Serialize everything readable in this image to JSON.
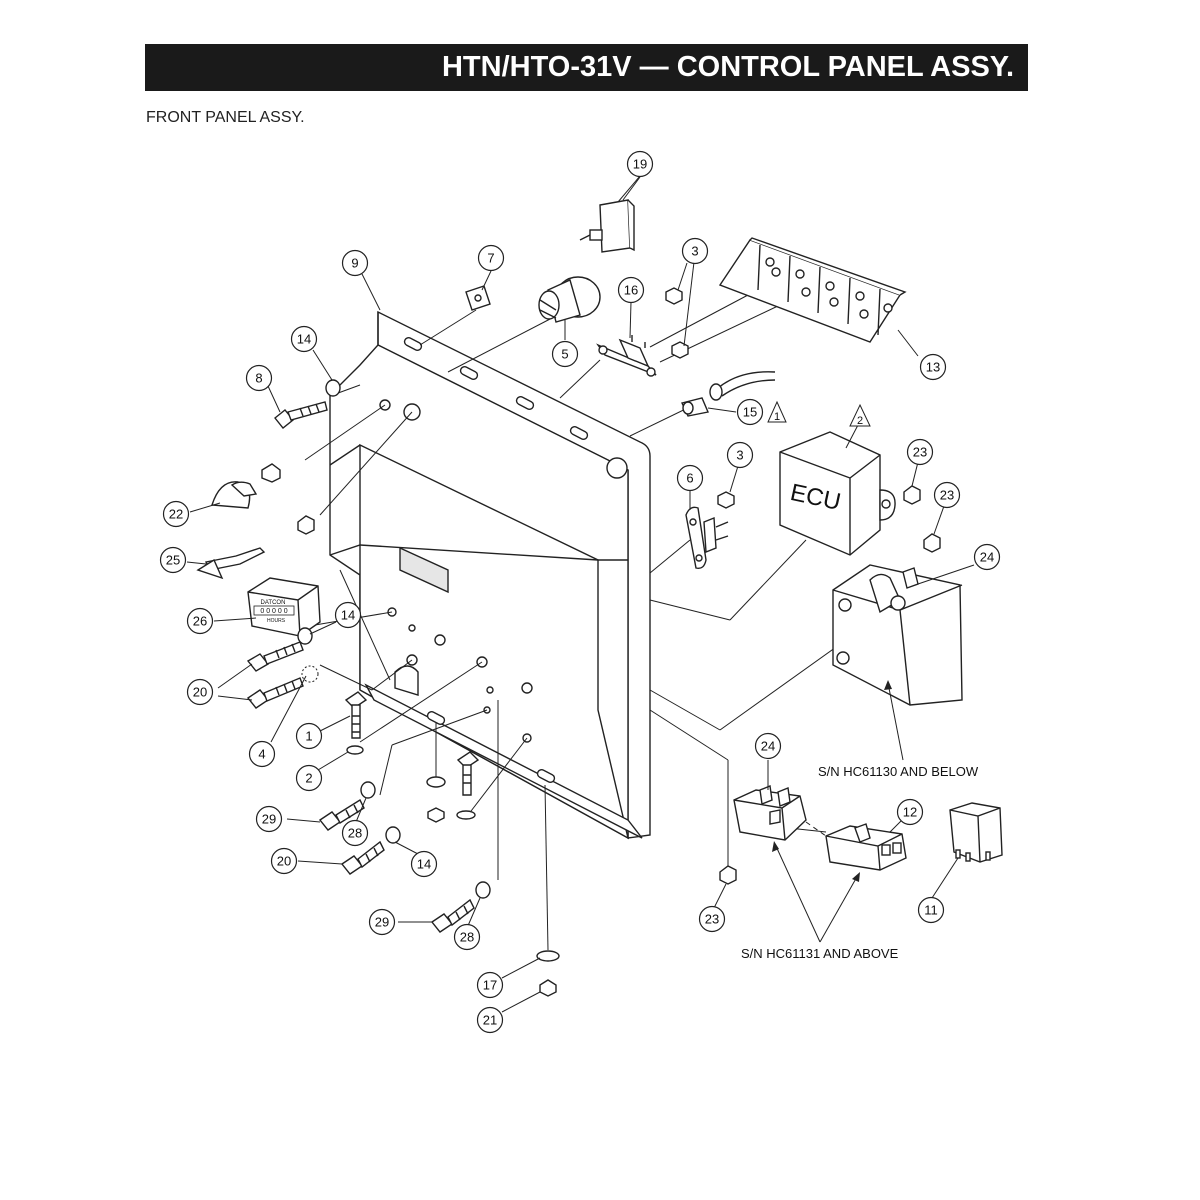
{
  "header": {
    "title": "HTN/HTO-31V — CONTROL PANEL  ASSY.",
    "subtitle": "FRONT PANEL ASSY."
  },
  "labels": {
    "ecu": "ECU",
    "hourmeter_brand": "DATCON",
    "hourmeter_digits": "0 0 0 0 0",
    "hourmeter_units": "HOURS"
  },
  "callouts": [
    "19",
    "9",
    "7",
    "3",
    "16",
    "14",
    "8",
    "5",
    "13",
    "15",
    "3",
    "6",
    "2",
    "23",
    "23",
    "22",
    "25",
    "24",
    "26",
    "14",
    "20",
    "1",
    "4",
    "2",
    "24",
    "29",
    "28",
    "20",
    "14",
    "12",
    "29",
    "28",
    "23",
    "11",
    "17",
    "21"
  ],
  "revision_marks": [
    "1",
    "2"
  ],
  "notes": {
    "sn_below": "S/N HC61130 AND BELOW",
    "sn_above": "S/N HC61131 AND ABOVE"
  }
}
